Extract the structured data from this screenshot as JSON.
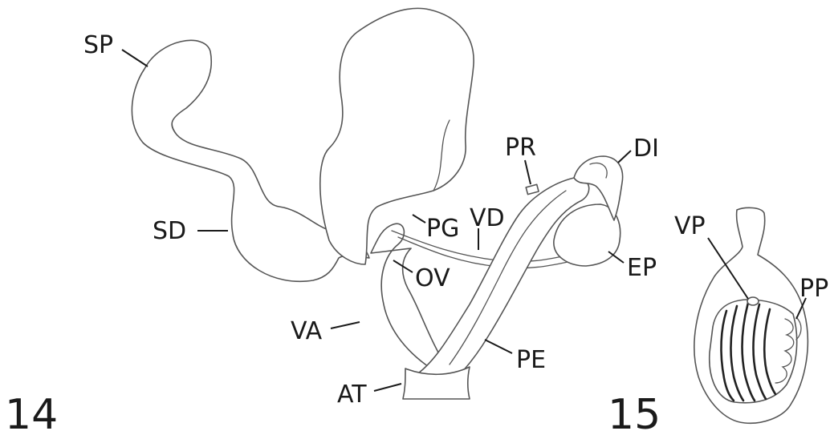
{
  "figures": [
    {
      "number": "14",
      "labels": [
        "SP",
        "SD",
        "PR",
        "DI",
        "PG",
        "VD",
        "OV",
        "EP",
        "VA",
        "PE",
        "AT"
      ]
    },
    {
      "number": "15",
      "labels": [
        "VP",
        "PP"
      ]
    }
  ]
}
